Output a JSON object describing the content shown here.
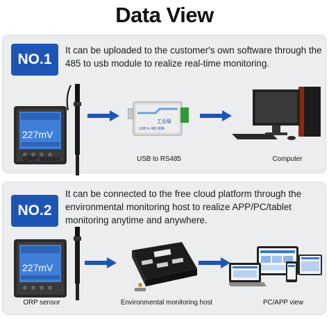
{
  "page": {
    "title": "Data View"
  },
  "panel1": {
    "badge": "NO.1",
    "description": "It can be uploaded to the customer's own software through the 485 to usb module to realize real-time monitoring.",
    "devices": [
      {
        "caption": "ORP sensor",
        "icon": "orp-meter-icon",
        "screen_reading": "227mV"
      },
      {
        "caption": "USB to RS485",
        "icon": "usb-rs485-module-icon",
        "module_label": "工业级",
        "module_sublabel": "USB to 485 转换"
      },
      {
        "caption": "Computer",
        "icon": "desktop-computer-icon"
      }
    ]
  },
  "panel2": {
    "badge": "NO.2",
    "description": "It can be connected to the free cloud platform through the environmental monitoring host to realize APP/PC/tablet monitoring anytime and anywhere.",
    "devices": [
      {
        "caption": "ORP sensor",
        "icon": "orp-meter-icon",
        "screen_reading": "227mV"
      },
      {
        "caption": "Environmental monitoring host",
        "icon": "monitoring-host-icon"
      },
      {
        "caption": "PC/APP view",
        "icon": "laptop-tablet-phone-icon"
      }
    ]
  },
  "colors": {
    "badge": "#1d55b6",
    "arrow": "#1d55b6",
    "panel_bg": "#ecedee",
    "meter_screen": "#3f7fd8"
  }
}
